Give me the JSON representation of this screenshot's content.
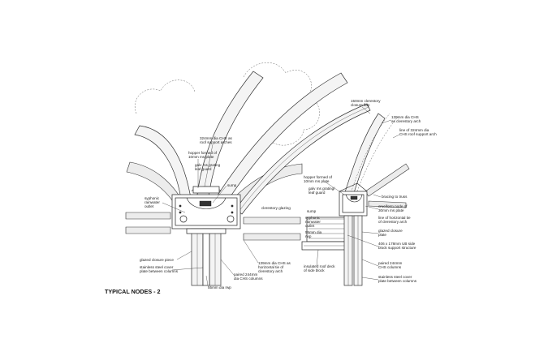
{
  "title": "TYPICAL NODES - 2",
  "left_labels": {
    "arches": [
      "324mm dia CHS as",
      "roof support arches"
    ],
    "hopper": [
      "hopper formed of",
      "10mm ms plate"
    ],
    "grating": [
      "galv ms grating",
      "leaf guard"
    ],
    "sump": "sump",
    "syphonic": [
      "syphonic",
      "rainwater",
      "outlet"
    ],
    "clerestory_glazing": "clerestory glazing",
    "glazed_closure": "glazed closure piece",
    "stainless_cover": [
      "stainless steel cover",
      "plate between columns"
    ],
    "tie_139": [
      "139mm dia CHS as",
      "horizontal tie of",
      "clerestory arch"
    ],
    "paired_244": [
      "paired 244mm",
      "dia CHS columns"
    ],
    "dia_55": "55mm dia rwp"
  },
  "right_labels": {
    "closure_flap": [
      "150mm clerestory",
      "closure flap"
    ],
    "clerestory_arch": [
      "139mm dia CHS",
      "as clerestory arch"
    ],
    "roof_arch": [
      "line of 324mm dia",
      "CHS roof support arch"
    ],
    "hopper": [
      "hopper formed of",
      "10mm ms plate"
    ],
    "grating": [
      "galv ms grating/",
      "leaf guard"
    ],
    "bracing": "bracing to truss",
    "cruciform": [
      "cruciform node of",
      "30mm ms plate"
    ],
    "sump": "sump",
    "horizontal_tie": [
      "line of horizontal tie",
      "of clerestory arch"
    ],
    "syphonic": [
      "syphonic",
      "rainwater",
      "outlet"
    ],
    "glazed_closure": [
      "glazed closure",
      "plate"
    ],
    "dia_55": [
      "55mm dia",
      "rwp"
    ],
    "ub": [
      "406 x 178mm UB side",
      "block support structure"
    ],
    "paired_244": [
      "paired 244mm",
      "CHS columns"
    ],
    "roof_deck": [
      "insulated roof deck",
      "of side block"
    ],
    "stainless_cover": [
      "stainless steel cover",
      "plate between columns"
    ]
  }
}
